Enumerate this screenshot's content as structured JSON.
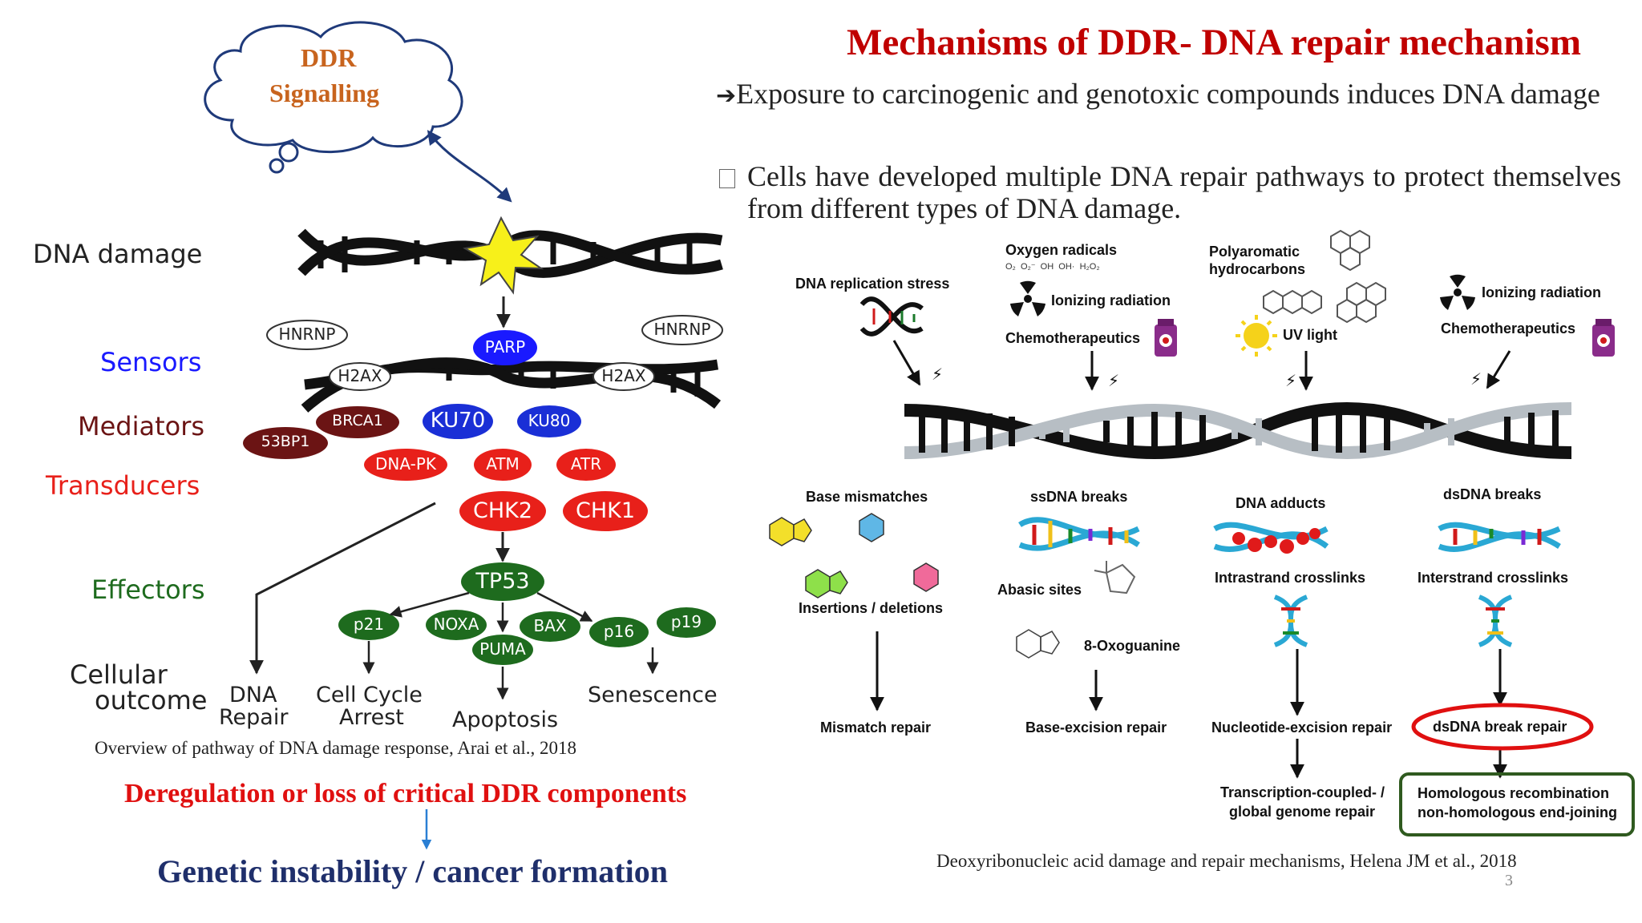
{
  "slide": {
    "title": "Mechanisms of DDR- DNA repair mechanism",
    "page_number": "3",
    "bullets": [
      {
        "marker": "➔",
        "text": "Exposure to carcinogenic and genotoxic compounds induces DNA damage"
      },
      {
        "marker": "",
        "text": "Cells have developed multiple DNA repair pathways to protect themselves from different types of DNA damage."
      }
    ]
  },
  "cloud": {
    "line1": "DDR",
    "line2": "Signalling"
  },
  "ddr_pathway": {
    "rows": {
      "dna_damage": "DNA damage",
      "sensors": "Sensors",
      "mediators": "Mediators",
      "transducers": "Transducers",
      "effectors": "Effectors",
      "outcome_1": "Cellular",
      "outcome_2": "outcome"
    },
    "sensor_labels": {
      "hnrnp_left": "HNRNP",
      "hnrnp_right": "HNRNP",
      "parp": "PARP",
      "h2ax_left": "H2AX",
      "h2ax_right": "H2AX"
    },
    "mediator_labels": {
      "p53bp1": "53BP1",
      "brca1": "BRCA1",
      "ku70": "KU70",
      "ku80": "KU80"
    },
    "transducer_labels": {
      "dnapk": "DNA-PK",
      "atm": "ATM",
      "atr": "ATR",
      "chk2": "CHK2",
      "chk1": "CHK1"
    },
    "effector_labels": {
      "tp53": "TP53",
      "p21": "p21",
      "noxa": "NOXA",
      "bax": "BAX",
      "puma": "PUMA",
      "p16": "p16",
      "p19": "p19"
    },
    "outcomes": {
      "dna_repair_1": "DNA",
      "dna_repair_2": "Repair",
      "cell_cycle_1": "Cell Cycle",
      "cell_cycle_2": "Arrest",
      "apoptosis": "Apoptosis",
      "senescence": "Senescence"
    },
    "caption": "Overview of pathway of DNA damage response, Arai et al., 2018",
    "colors": {
      "sensor_blue": "#1a1aff",
      "mediator_maroon": "#6b1414",
      "ku_blue": "#1a2fd6",
      "transducer_red": "#e8201a",
      "effector_green": "#1e6b1e"
    }
  },
  "consequence": {
    "line1": "Deregulation or loss of critical DDR components",
    "line2": "Genetic instability / cancer formation"
  },
  "repair_figure": {
    "top_labels": {
      "replication_stress": "DNA replication stress",
      "oxygen_radicals": "Oxygen radicals",
      "oxygen_species": "O₂  O₂⁻  OH  OH·  H₂O₂",
      "ionizing_radiation_1": "Ionizing radiation",
      "chemotherapeutics_1": "Chemotherapeutics",
      "polyaromatic_1": "Polyaromatic",
      "polyaromatic_2": "hydrocarbons",
      "uv_light": "UV light",
      "ionizing_radiation_2": "Ionizing radiation",
      "chemotherapeutics_2": "Chemotherapeutics"
    },
    "damage_types": {
      "base_mismatches": "Base mismatches",
      "insertions_deletions": "Insertions / deletions",
      "ssdna_breaks": "ssDNA breaks",
      "abasic_sites": "Abasic sites",
      "oxoguanine": "8-Oxoguanine",
      "dna_adducts": "DNA adducts",
      "intrastrand": "Intrastrand crosslinks",
      "dsdna_breaks": "dsDNA breaks",
      "interstrand": "Interstrand crosslinks"
    },
    "repairs": {
      "mismatch": "Mismatch repair",
      "base_excision": "Base-excision repair",
      "nucleotide_excision": "Nucleotide-excision repair",
      "dsdna_break": "dsDNA break repair",
      "tc_gg_1": "Transcription-coupled- /",
      "tc_gg_2": "global genome repair",
      "hr_1": "Homologous recombination",
      "hr_2": "non-homologous end-joining"
    },
    "caption": "Deoxyribonucleic acid damage and repair mechanisms, Helena JM et al., 2018",
    "colors": {
      "highlight_red": "#e01010",
      "highlight_green": "#2f5a1f"
    }
  }
}
